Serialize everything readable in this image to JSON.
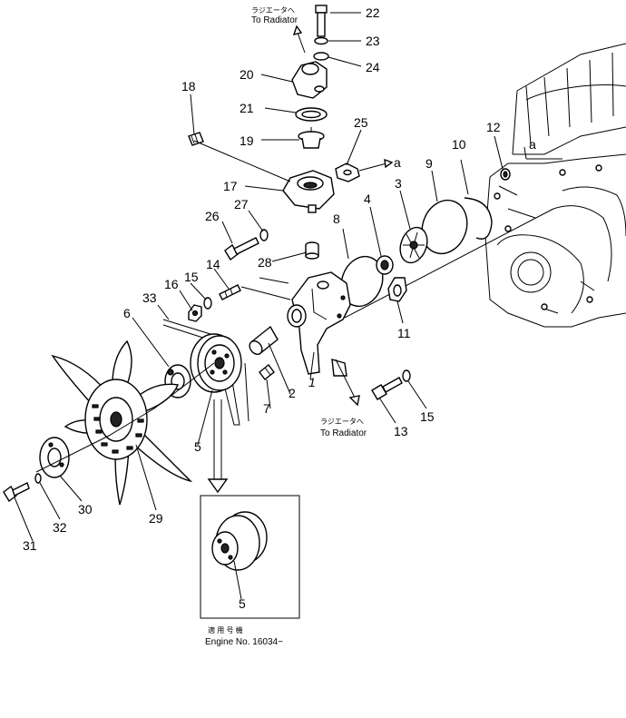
{
  "callouts": {
    "c1": "1",
    "c2": "2",
    "c3": "3",
    "c4": "4",
    "c5": "5",
    "c6": "6",
    "c7": "7",
    "c8": "8",
    "c9": "9",
    "c10": "10",
    "c11": "11",
    "c12": "12",
    "c13": "13",
    "c14": "14",
    "c15a": "15",
    "c15b": "15",
    "c16": "16",
    "c17": "17",
    "c18": "18",
    "c19": "19",
    "c20": "20",
    "c21": "21",
    "c22": "22",
    "c23": "23",
    "c24": "24",
    "c25": "25",
    "c26": "26",
    "c27": "27",
    "c28": "28",
    "c29": "29",
    "c30": "30",
    "c31": "31",
    "c32": "32",
    "c33": "33",
    "c5inset": "5"
  },
  "ref_marks": {
    "a_top": "a",
    "a_engine": "a"
  },
  "notes": {
    "radiator_top_jp": "ラジエータへ",
    "radiator_top_en": "To Radiator",
    "radiator_bottom_jp": "ラジエータへ",
    "radiator_bottom_en": "To Radiator",
    "inset_jp": "適 用 号 機",
    "inset_en": "Engine No. 16034~"
  }
}
